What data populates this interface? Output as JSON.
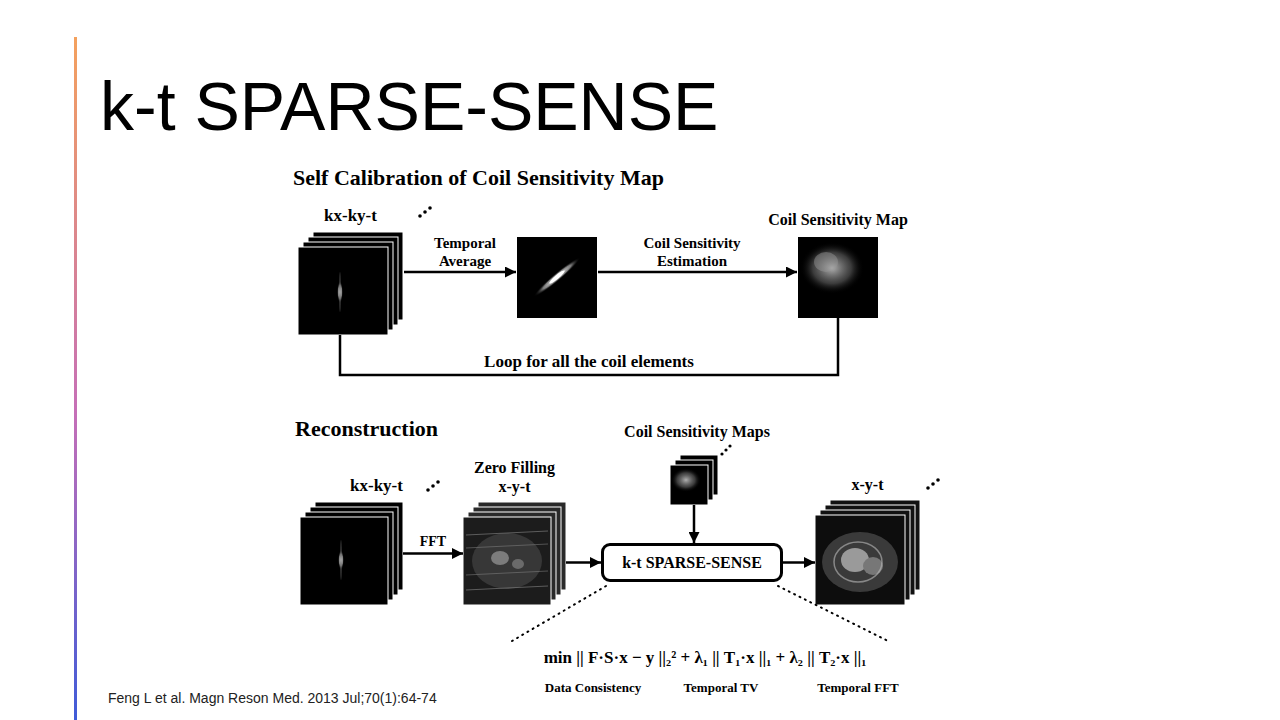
{
  "diagram": {
    "title": "k-t SPARSE-SENSE",
    "caption": "Feng L et al. Magn Reson Med. 2013 Jul;70(1):64-74",
    "nodes": [
      {
        "text": [
          "kx-ky-t"
        ]
      },
      {
        "text": [
          "Coil Sensitivity Map"
        ]
      },
      {
        "text": [
          "kx-ky-t"
        ]
      },
      {
        "text": [
          "Zero Filling",
          "x-y-t"
        ]
      },
      {
        "text": [
          "Coil Sensitivity Maps"
        ]
      },
      {
        "text": [
          "k-t SPARSE-SENSE"
        ]
      },
      {
        "text": [
          "x-y-t"
        ]
      }
    ],
    "edges": [
      {
        "from": 1,
        "to": 0,
        "arrow": "none",
        "label": "Loop for all the coil elements"
      },
      {
        "from": 2,
        "to": 3,
        "arrow": "to",
        "label": "FFT"
      },
      {
        "from": 3,
        "to": 5,
        "arrow": "to"
      },
      {
        "from": 4,
        "to": 5,
        "arrow": "to"
      },
      {
        "from": 5,
        "to": 6,
        "arrow": "to"
      }
    ],
    "labels": [
      "Self Calibration of Coil Sensitivity Map",
      "Temporal Average",
      "Coil Sensitivity Estimation",
      "Reconstruction",
      "min || F·S·x − y ||₂² + λ₁ || T₁·x ||₁ + λ₂ || T₂·x ||₁",
      "Data Consistency",
      "Temporal TV",
      "Temporal FFT"
    ]
  }
}
